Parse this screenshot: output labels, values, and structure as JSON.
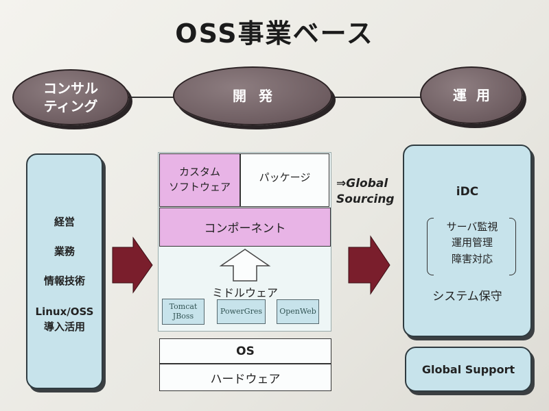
{
  "title": "OSS事業ベース",
  "phases": {
    "consulting_line1": "コンサル",
    "consulting_line2": "ティング",
    "development": "開発",
    "operations": "運用"
  },
  "left_panel": {
    "items": [
      "経営",
      "業務",
      "情報技術",
      "Linux/OSS",
      "導入活用"
    ]
  },
  "center": {
    "custom_software_line1": "カスタム",
    "custom_software_line2": "ソフトウェア",
    "package": "パッケージ",
    "component": "コンポーネント",
    "middleware": "ミドルウェア",
    "middleware_items": {
      "tomcat": "Tomcat",
      "jboss": "JBoss",
      "powergres": "PowerGres",
      "openweb": "OpenWeb"
    },
    "os": "OS",
    "hardware": "ハードウェア"
  },
  "global_sourcing": {
    "line1": "⇒Global",
    "line2": "Sourcing"
  },
  "right_panel": {
    "idc": "iDC",
    "ops_items": [
      "サーバ監視",
      "運用管理",
      "障害対応"
    ],
    "maintenance": "システム保守"
  },
  "global_support": "Global Support",
  "colors": {
    "phase_fill": "#6e5d61",
    "light_blue": "#c7e3eb",
    "magenta": "#e8b4e6",
    "arrow": "#7a1e2c"
  }
}
